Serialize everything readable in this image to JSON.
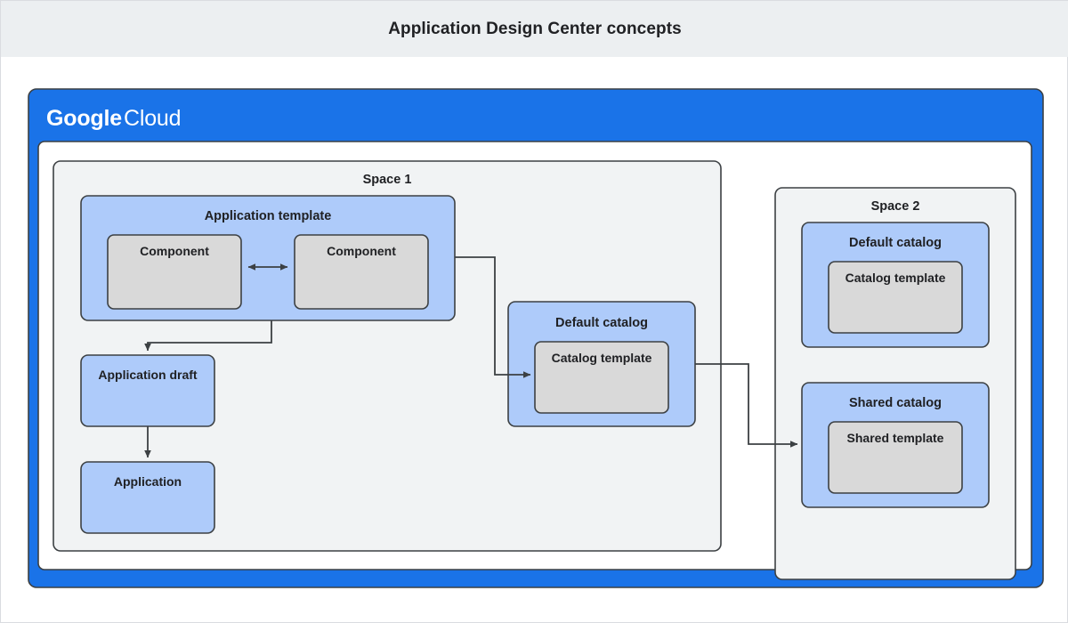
{
  "page": {
    "title": "Application Design Center concepts",
    "background": "#ffffff",
    "title_bar_bg": "#eceff1"
  },
  "colors": {
    "cloud_blue": "#1a73e8",
    "node_blue_fill": "#aecbfa",
    "node_gray_fill": "#d9d9d9",
    "space_bg": "#f1f3f4",
    "stroke": "#3c4043",
    "inner_white": "#ffffff",
    "text": "#202124"
  },
  "cloud_panel": {
    "brand_primary": "Google",
    "brand_secondary": "Cloud"
  },
  "spaces": [
    {
      "id": "space-1",
      "label": "Space 1",
      "groups": [
        {
          "id": "application-template",
          "label": "Application template",
          "children": [
            {
              "id": "component-left",
              "label": "Component"
            },
            {
              "id": "component-right",
              "label": "Component"
            }
          ]
        },
        {
          "id": "default-catalog-space1",
          "label": "Default catalog",
          "children": [
            {
              "id": "catalog-template-space1",
              "label": "Catalog template"
            }
          ]
        }
      ],
      "nodes": [
        {
          "id": "application-draft",
          "label": "Application draft"
        },
        {
          "id": "application",
          "label": "Application"
        }
      ]
    },
    {
      "id": "space-2",
      "label": "Space 2",
      "groups": [
        {
          "id": "default-catalog-space2",
          "label": "Default catalog",
          "children": [
            {
              "id": "catalog-template-space2",
              "label": "Catalog template"
            }
          ]
        },
        {
          "id": "shared-catalog-space2",
          "label": "Shared catalog",
          "children": [
            {
              "id": "shared-template-space2",
              "label": "Shared template"
            }
          ]
        }
      ]
    }
  ],
  "connectors": [
    {
      "id": "components-bidirectional",
      "from": "component-left",
      "to": "component-right",
      "style": "double-arrow"
    },
    {
      "id": "template-to-draft",
      "from": "application-template",
      "to": "application-draft",
      "style": "arrow"
    },
    {
      "id": "draft-to-application",
      "from": "application-draft",
      "to": "application",
      "style": "arrow"
    },
    {
      "id": "template-to-default-catalog",
      "from": "application-template",
      "to": "catalog-template-space1",
      "style": "arrow"
    },
    {
      "id": "default-catalog-to-shared-catalog",
      "from": "default-catalog-space1",
      "to": "shared-catalog-space2",
      "style": "arrow"
    }
  ]
}
